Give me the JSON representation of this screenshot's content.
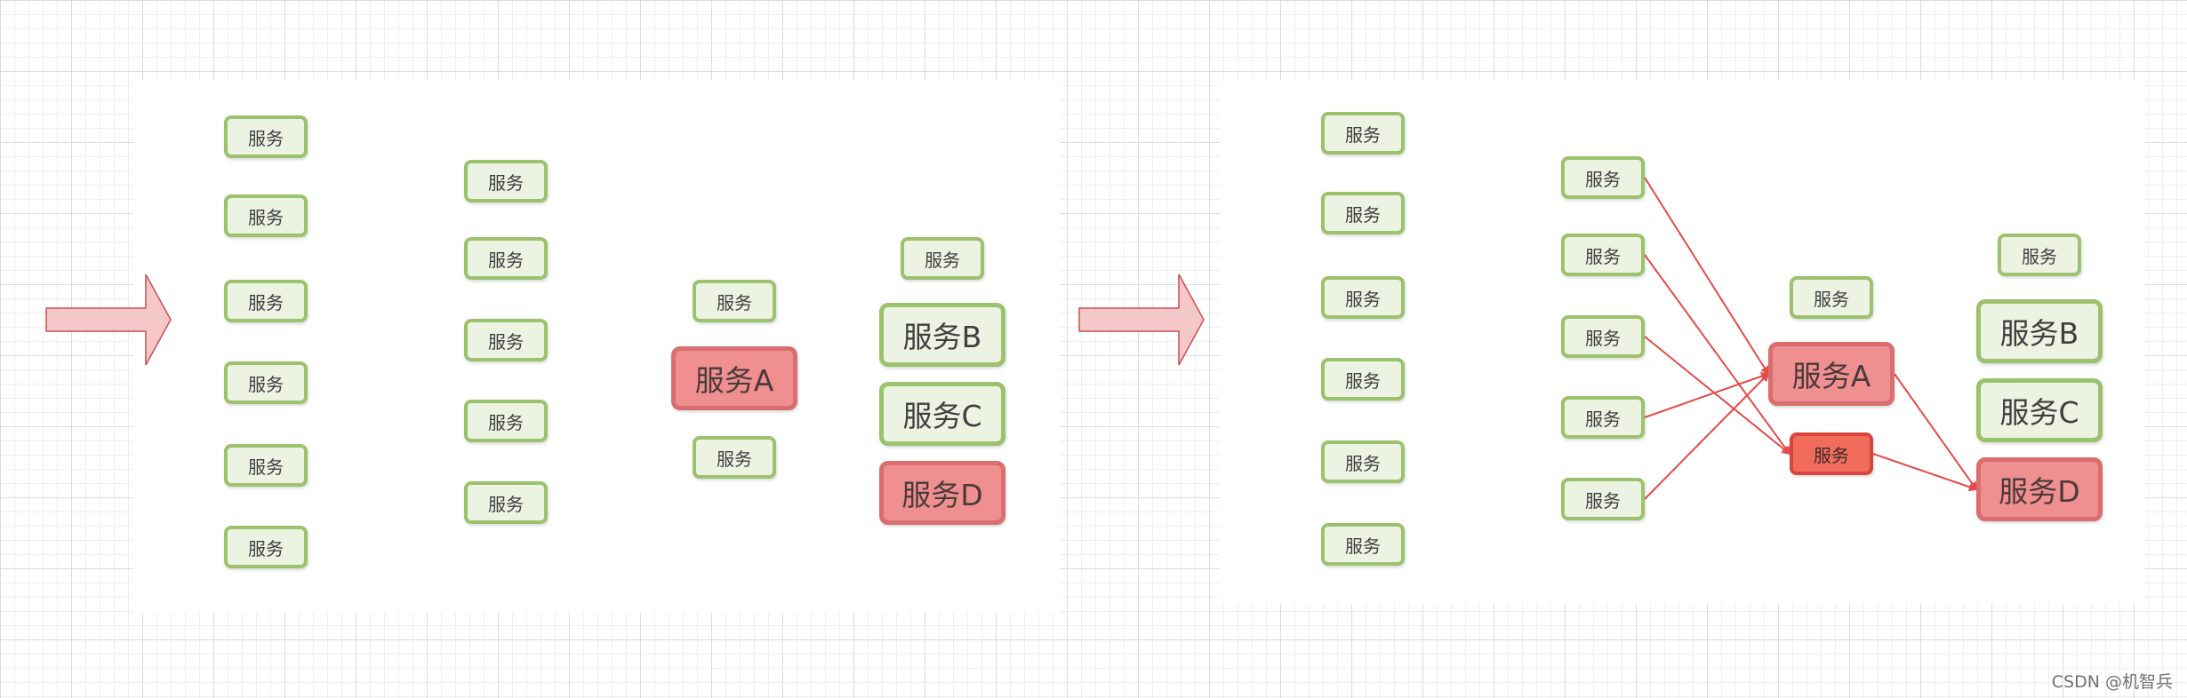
{
  "left": {
    "col1": [
      "服务",
      "服务",
      "服务",
      "服务",
      "服务",
      "服务"
    ],
    "col2": [
      "服务",
      "服务",
      "服务",
      "服务",
      "服务"
    ],
    "col3": {
      "top": "服务",
      "main": "服务A",
      "bottom": "服务"
    },
    "col4": {
      "top": "服务",
      "b": "服务B",
      "c": "服务C",
      "d": "服务D"
    }
  },
  "right": {
    "col1": [
      "服务",
      "服务",
      "服务",
      "服务",
      "服务",
      "服务"
    ],
    "col2": [
      "服务",
      "服务",
      "服务",
      "服务",
      "服务"
    ],
    "col3": {
      "top": "服务",
      "main": "服务A",
      "small": "服务"
    },
    "col4": {
      "top": "服务",
      "b": "服务B",
      "c": "服务C",
      "d": "服务D"
    }
  },
  "watermark": "CSDN @机智兵",
  "colors": {
    "node_fill": "#edf3e3",
    "node_border": "#9bc26d",
    "failed_fill": "#f08f8f",
    "small_failed_fill": "#f26c5c",
    "arrow_fill": "#f4c8c8",
    "arrow_stroke": "#c94f4f",
    "link_color": "#e84a4a"
  },
  "links": [
    {
      "from": "right.col2.0",
      "to": "right.col3.main"
    },
    {
      "from": "right.col2.1",
      "to": "right.col3.small"
    },
    {
      "from": "right.col2.2",
      "to": "right.col3.small"
    },
    {
      "from": "right.col2.3",
      "to": "right.col3.main"
    },
    {
      "from": "right.col2.4",
      "to": "right.col3.main"
    },
    {
      "from": "right.col3.main",
      "to": "right.col4.d"
    },
    {
      "from": "right.col3.small",
      "to": "right.col4.d"
    }
  ]
}
